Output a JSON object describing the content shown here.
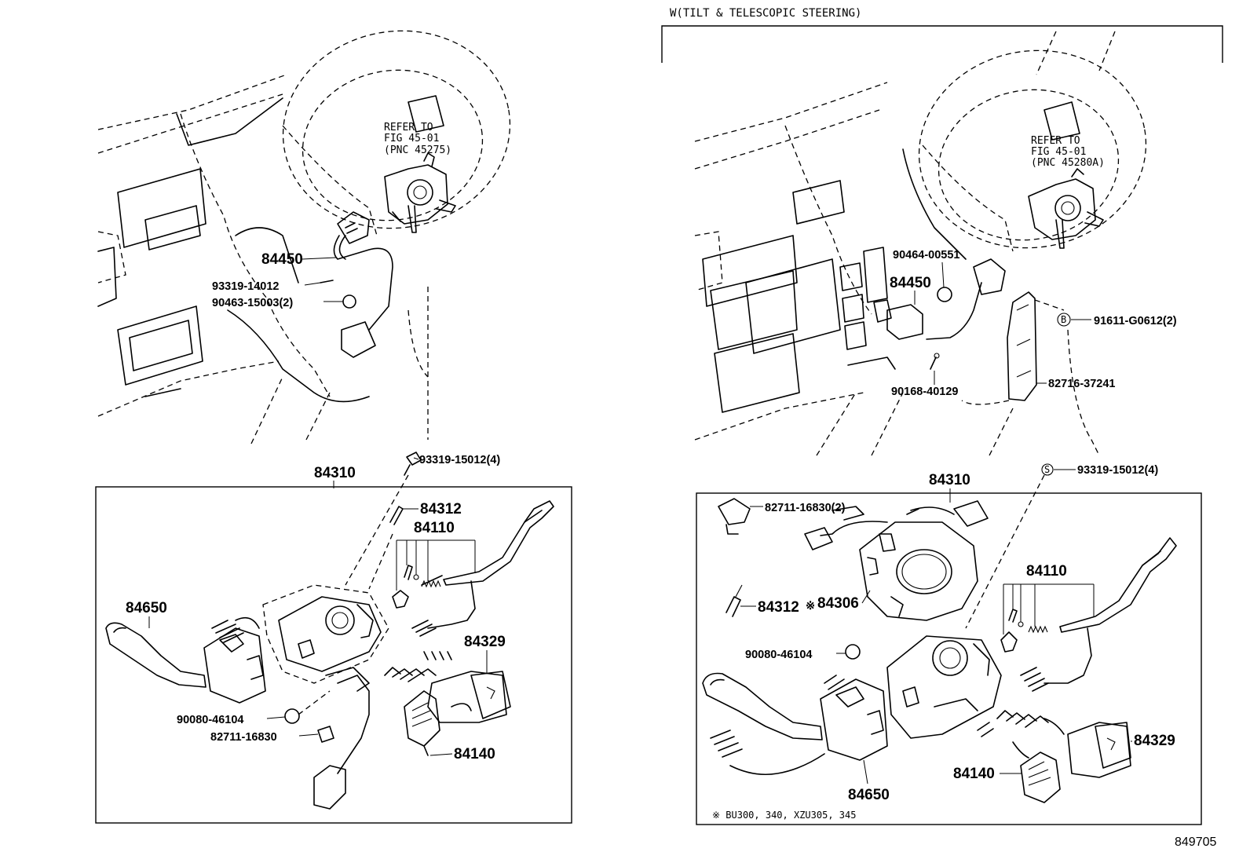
{
  "left": {
    "refer": [
      "REFER TO",
      "FIG 45-01",
      "(PNC 45275)"
    ],
    "upper_labels": {
      "harness": "84450",
      "screw": "93319-14012",
      "clamp": "90463-15003(2)"
    },
    "labels": {
      "bolt": "93319-15012(4)",
      "switch_assy": "84310",
      "pin": "84312",
      "lever_kit": "84110",
      "wiper_switch": "84650",
      "clamp_a": "90080-46104",
      "clamp_b": "82711-16830",
      "relay": "84329",
      "hazard": "84140"
    }
  },
  "right": {
    "header": "W(TILT & TELESCOPIC STEERING)",
    "refer": [
      "REFER TO",
      "FIG 45-01",
      "(PNC 45280A)"
    ],
    "upper_labels": {
      "clamp": "90464-00551",
      "harness": "84450",
      "bolt_b": "91611-G0612(2)",
      "bracket": "82716-37241",
      "screw": "90168-40129"
    },
    "marks": {
      "b": "B",
      "s": "S"
    },
    "labels": {
      "bolt": "93319-15012(4)",
      "switch_assy": "84310",
      "clip": "82711-16830(2)",
      "pin": "84312",
      "spiral_mark": "※",
      "spiral": "84306",
      "clamp": "90080-46104",
      "lever_kit": "84110",
      "relay": "84329",
      "hazard": "84140",
      "wiper_switch": "84650"
    },
    "footnote": "※  BU300, 340, XZU305, 345"
  },
  "figure_code": "849705"
}
